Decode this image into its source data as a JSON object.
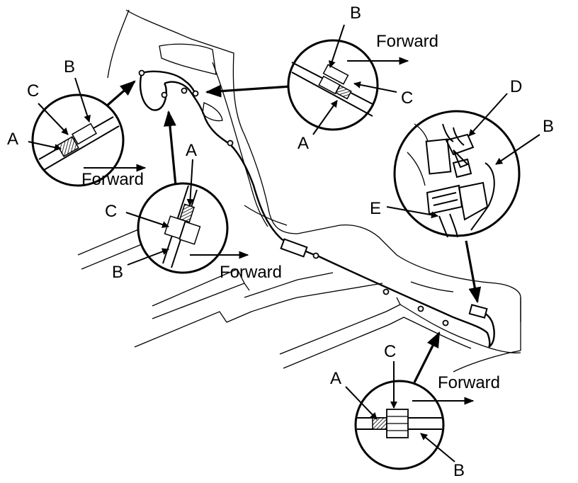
{
  "labels": {
    "a": "A",
    "b": "B",
    "c": "C",
    "d": "D",
    "e": "E",
    "forward": "Forward"
  }
}
